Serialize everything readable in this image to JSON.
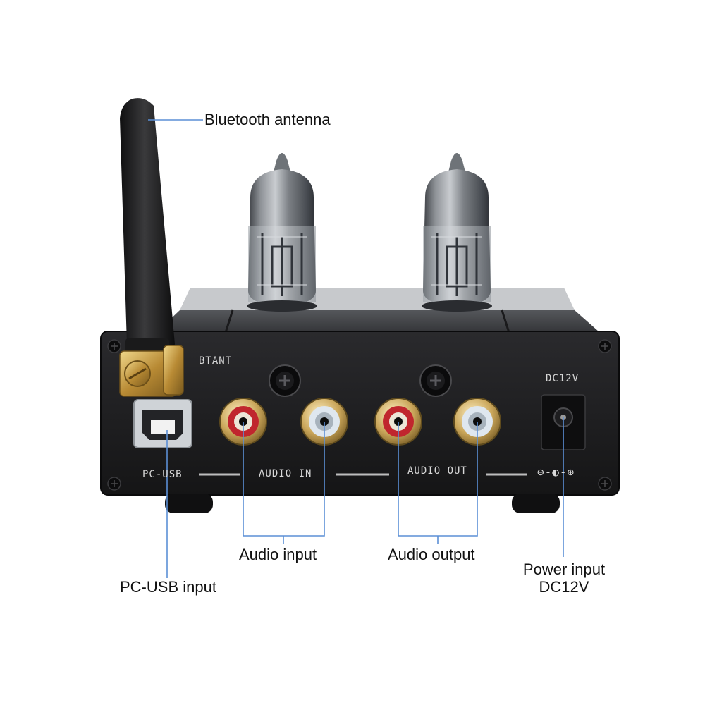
{
  "panel_labels": {
    "btant": "BTANT",
    "dc12v": "DC12V",
    "pc_usb": "PC-USB",
    "audio_in": "AUDIO IN",
    "audio_out": "AUDIO OUT",
    "polarity": "⊖-◐-⊕"
  },
  "callouts": {
    "bluetooth_antenna": "Bluetooth antenna",
    "audio_input": "Audio input",
    "audio_output": "Audio output",
    "pc_usb_input": "PC-USB input",
    "power_input_line1": "Power input",
    "power_input_line2": "DC12V"
  },
  "colors": {
    "leader_line": "#5b8fd6",
    "chassis": "#1c1c1e",
    "rca_red": "#c0262e",
    "rca_white": "#dfe7ef",
    "gold": "#c9a455"
  }
}
